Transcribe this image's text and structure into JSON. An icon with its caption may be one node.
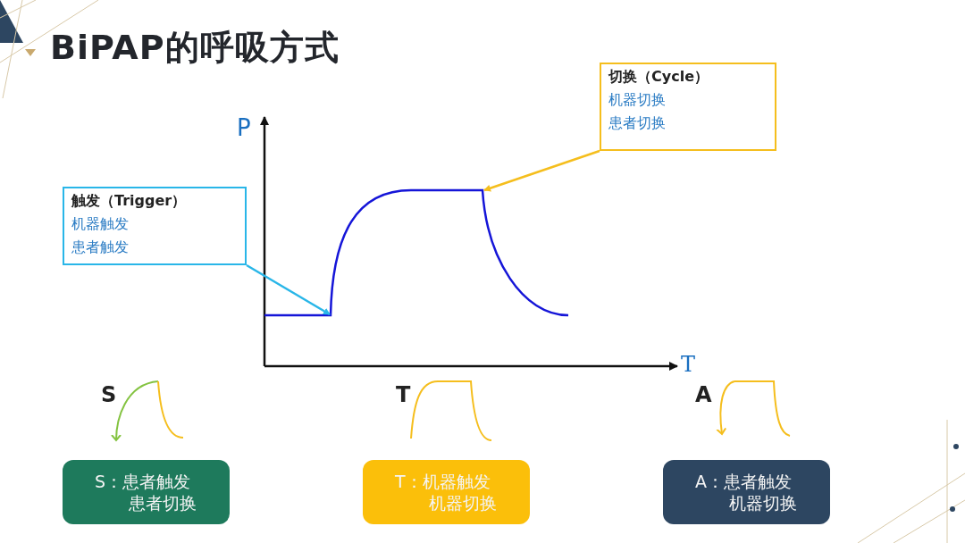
{
  "diagram": {
    "title": "BiPAP的呼吸方式",
    "nodes": [
      {
        "text": [
          "触发（Trigger）",
          "机器触发",
          "患者触发"
        ]
      },
      {
        "text": [
          "切换（Cycle）",
          "机器切换",
          "患者切换"
        ]
      },
      {
        "text": [
          "S：患者触发",
          "患者切换"
        ]
      },
      {
        "text": [
          "T：机器触发",
          "机器切换"
        ]
      },
      {
        "text": [
          "A：患者触发",
          "机器切换"
        ]
      },
      {
        "text": [],
        "shape": "curve"
      }
    ],
    "edges": [
      {
        "from": 0,
        "to": 5,
        "arrow": "to",
        "color": "#29b6e8"
      },
      {
        "from": 1,
        "to": 5,
        "arrow": "to",
        "color": "#f5be1d"
      }
    ],
    "labels": [
      "P",
      "T",
      "S",
      "T",
      "A"
    ]
  }
}
